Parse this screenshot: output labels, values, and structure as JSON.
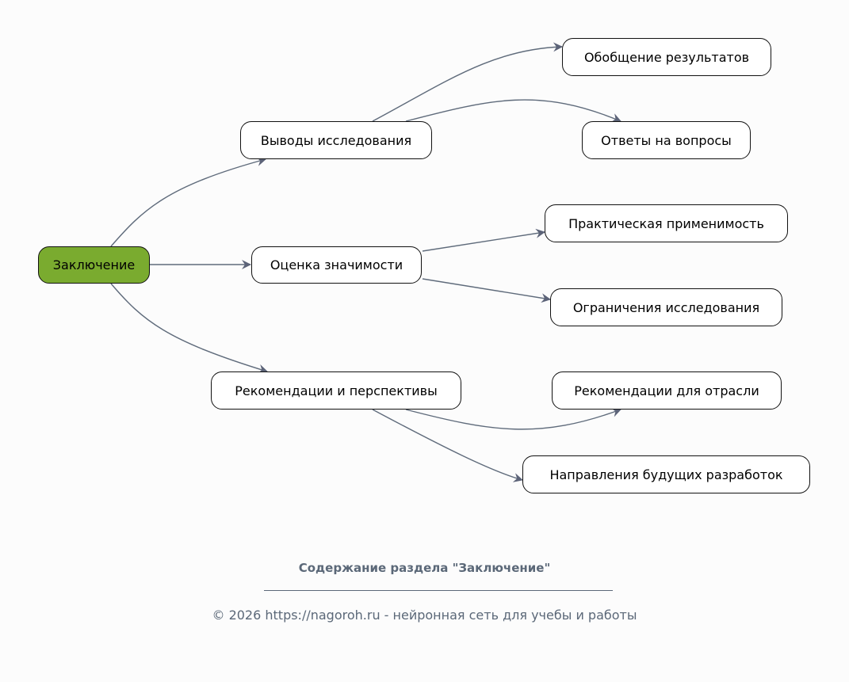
{
  "diagram": {
    "root": "Заключение",
    "branches": [
      {
        "label": "Выводы исследования",
        "children": [
          "Обобщение результатов",
          "Ответы на вопросы"
        ]
      },
      {
        "label": "Оценка значимости",
        "children": [
          "Практическая применимость",
          "Ограничения исследования"
        ]
      },
      {
        "label": "Рекомендации и перспективы",
        "children": [
          "Рекомендации для отрасли",
          "Направления будущих разработок"
        ]
      }
    ]
  },
  "footer": {
    "title": "Содержание раздела \"Заключение\"",
    "copyright": "© 2026 https://nagoroh.ru - нейронная сеть для учебы и работы"
  },
  "colors": {
    "root_fill": "#7aab2f",
    "edge": "#5f6b7b",
    "text_muted": "#5b6878"
  }
}
